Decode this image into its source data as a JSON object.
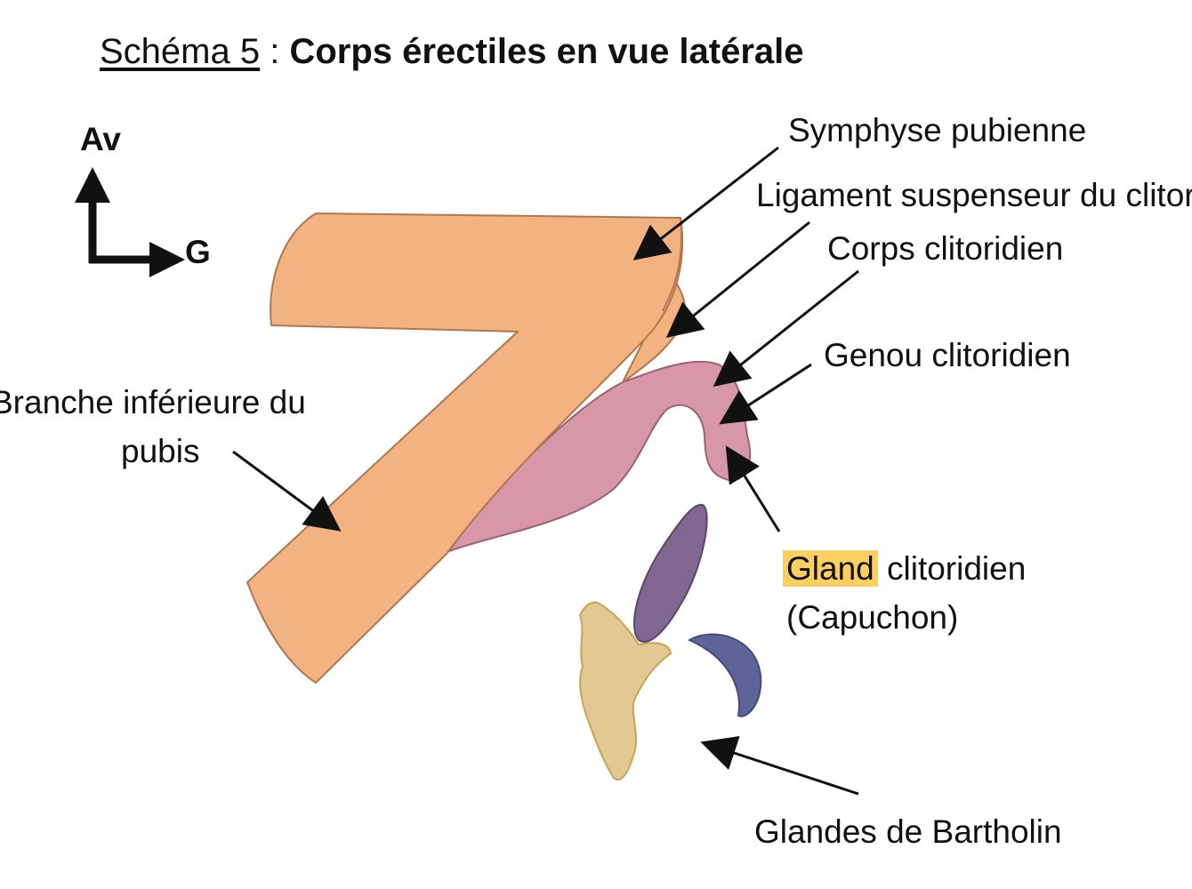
{
  "title": {
    "ref": "Schéma 5",
    "separator": " : ",
    "main": "Corps érectiles en vue latérale"
  },
  "orientation": {
    "up": "Av",
    "right": "G"
  },
  "labels": {
    "symphyse": "Symphyse pubienne",
    "ligament": "Ligament suspenseur du clitoris",
    "corps": "Corps clitoridien",
    "genou": "Genou clitoridien",
    "branche_line1": "Branche inférieure du",
    "branche_line2": "pubis",
    "gland_highlight": "Gland",
    "gland_rest": " clitoridien",
    "capuchon": "(Capuchon)",
    "bartholin": "Glandes de Bartholin"
  },
  "colors": {
    "bone": "#f2b282",
    "bone_edge": "#b07850",
    "clitoris": "#d897a8",
    "clitoris_edge": "#9a6272",
    "capuchon": "#806791",
    "bartholin_purple": "#5d6598",
    "bartholin_beige": "#e2c991",
    "highlight": "#fbd060"
  }
}
